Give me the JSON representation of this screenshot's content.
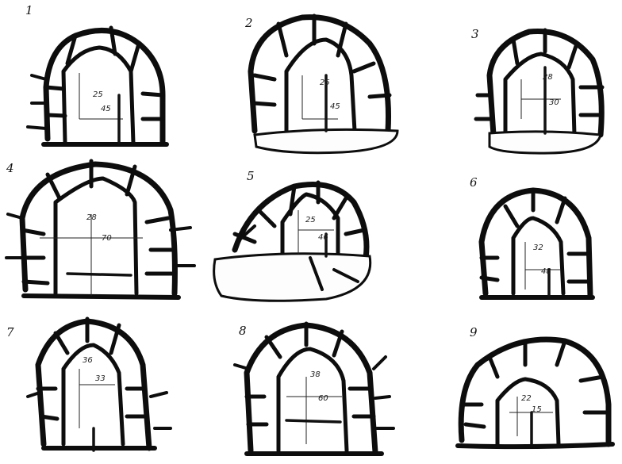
{
  "figure": {
    "panels": [
      {
        "number": "1",
        "apex_label": "25",
        "width_label": "45"
      },
      {
        "number": "2",
        "apex_label": "25",
        "width_label": "45"
      },
      {
        "number": "3",
        "apex_label": "28",
        "width_label": "30"
      },
      {
        "number": "4",
        "apex_label": "28",
        "width_label": "70"
      },
      {
        "number": "5",
        "apex_label": "25",
        "width_label": "46"
      },
      {
        "number": "6",
        "apex_label": "32",
        "width_label": "48"
      },
      {
        "number": "7",
        "apex_label": "36",
        "width_label": "33"
      },
      {
        "number": "8",
        "apex_label": "38",
        "width_label": "60"
      },
      {
        "number": "9",
        "apex_label": "22",
        "width_label": "15"
      }
    ]
  }
}
